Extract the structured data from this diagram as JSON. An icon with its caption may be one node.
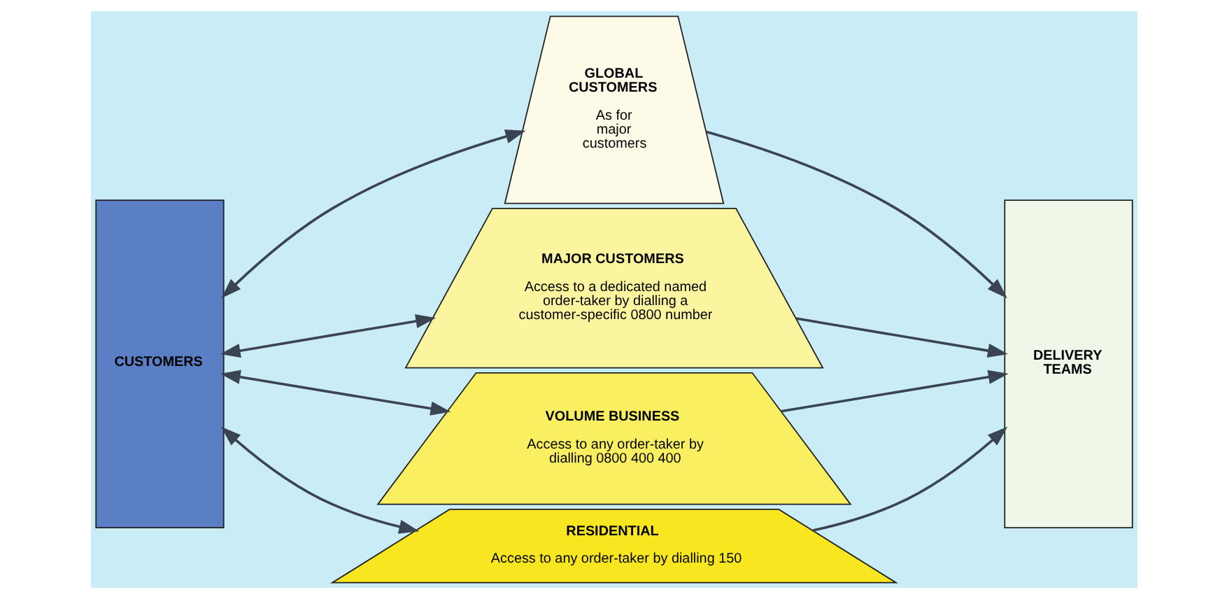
{
  "diagram": {
    "nodes": [
      {
        "text": [
          "CUSTOMERS"
        ]
      },
      {
        "text": [
          "GLOBAL CUSTOMERS",
          "As for major customers"
        ]
      },
      {
        "text": [
          "MAJOR CUSTOMERS",
          "Access to a dedicated named order-taker by dialling a customer-specific 0800 number"
        ]
      },
      {
        "text": [
          "VOLUME BUSINESS",
          "Access to any order-taker by dialling 0800 400 400"
        ]
      },
      {
        "text": [
          "RESIDENTIAL",
          "Access to any order-taker by dialling 150"
        ]
      },
      {
        "text": [
          "DELIVERY TEAMS"
        ]
      }
    ],
    "edges": [
      {
        "from": 0,
        "to": 1,
        "arrow": "both"
      },
      {
        "from": 0,
        "to": 2,
        "arrow": "both"
      },
      {
        "from": 0,
        "to": 3,
        "arrow": "both"
      },
      {
        "from": 0,
        "to": 4,
        "arrow": "both"
      },
      {
        "from": 1,
        "to": 5,
        "arrow": "to"
      },
      {
        "from": 2,
        "to": 5,
        "arrow": "to"
      },
      {
        "from": 3,
        "to": 5,
        "arrow": "to"
      },
      {
        "from": 4,
        "to": 5,
        "arrow": "to"
      }
    ]
  }
}
